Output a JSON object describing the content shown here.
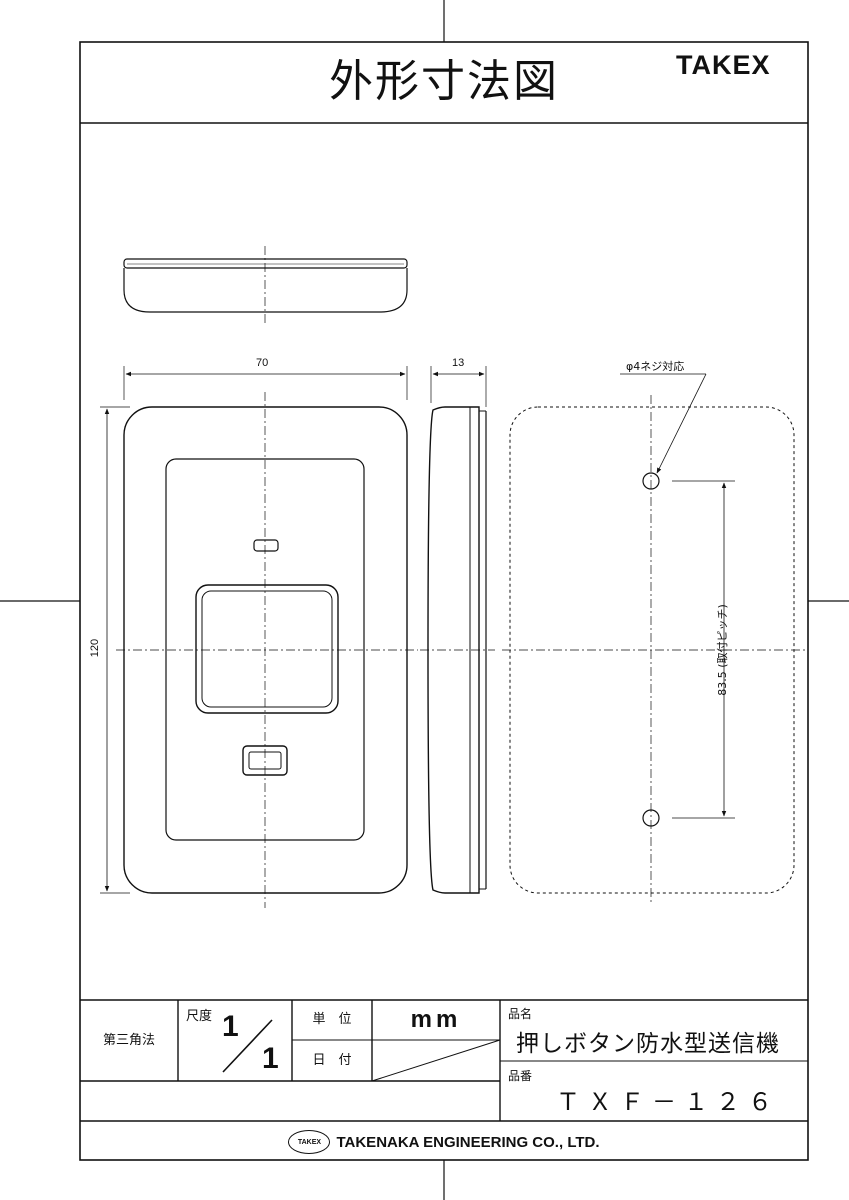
{
  "title": "外形寸法図",
  "brand": "TAKEX",
  "dimensions": {
    "width": "70",
    "depth": "13",
    "height": "120",
    "pitch": "83.5 (取付ピッチ)",
    "screw_note": "φ4ネジ対応"
  },
  "title_block": {
    "projection": "第三角法",
    "scale_label": "尺度",
    "scale_numerator": "1",
    "scale_denominator": "1",
    "unit_label": "単　位",
    "unit_value": "mm",
    "date_label": "日　付",
    "product_name_label": "品名",
    "product_name": "押しボタン防水型送信機",
    "product_code_label": "品番",
    "product_code": "ＴＸＦ－１２６"
  },
  "footer": {
    "logo_text": "TAKEX",
    "company": "TAKENAKA ENGINEERING CO., LTD."
  }
}
